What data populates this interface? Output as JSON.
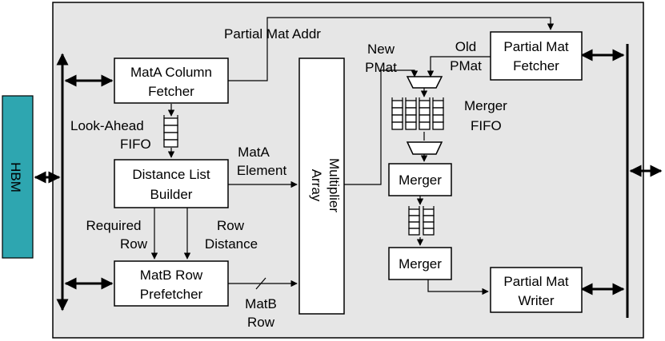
{
  "hbm": {
    "label": "HBM"
  },
  "blocks": {
    "mata_fetcher": [
      "MatA Column",
      "Fetcher"
    ],
    "distance_builder": [
      "Distance List",
      "Builder"
    ],
    "matb_prefetcher": [
      "MatB Row",
      "Prefetcher"
    ],
    "multiplier": [
      "Multiplier",
      "Array"
    ],
    "partial_fetcher": [
      "Partial Mat",
      "Fetcher"
    ],
    "merger1": "Merger",
    "merger2": "Merger",
    "partial_writer": [
      "Partial Mat",
      "Writer"
    ]
  },
  "labels": {
    "partial_mat_addr": "Partial Mat Addr",
    "lookahead_fifo": [
      "Look-Ahead",
      "FIFO"
    ],
    "mata_element": [
      "MatA",
      "Element"
    ],
    "required_row": [
      "Required",
      "Row"
    ],
    "row_distance": [
      "Row",
      "Distance"
    ],
    "matb_row": [
      "MatB",
      "Row"
    ],
    "new_pmat": [
      "New",
      "PMat"
    ],
    "old_pmat": [
      "Old",
      "PMat"
    ],
    "merger_fifo": [
      "Merger",
      "FIFO"
    ]
  }
}
